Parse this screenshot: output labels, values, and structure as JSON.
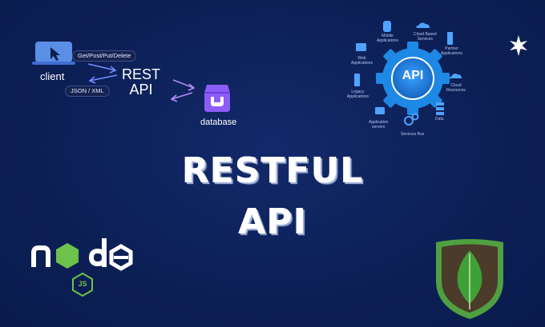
{
  "diagram": {
    "client_label": "client",
    "request_pill": "Get/Post/Put/Delete",
    "response_pill": "JSON / XML",
    "rest_label_line1": "REST",
    "rest_label_line2": "API",
    "database_label": "database"
  },
  "hero": {
    "line1": "RESTFUL",
    "line2": "API"
  },
  "api_hub": {
    "center_label": "API",
    "services": [
      {
        "label": "Mobile\nApplications"
      },
      {
        "label": "Cloud Based\nServices"
      },
      {
        "label": "Partner\nApplications"
      },
      {
        "label": "Cloud\nResources"
      },
      {
        "label": "Data"
      },
      {
        "label": "Services Bus"
      },
      {
        "label": "Application\nservers"
      },
      {
        "label": "Legacy\nApplications"
      },
      {
        "label": "Web\nApplications"
      }
    ]
  },
  "logos": {
    "node_js_label": "JS"
  },
  "colors": {
    "background": "#0e2257",
    "laptop": "#5b8fe6",
    "database_icon": "#8b5cf6",
    "gear": "#1e88e5",
    "node_green": "#6cc24a",
    "mongo_leaf": "#3fa037",
    "mongo_badge": "#4a3b2a"
  },
  "icons": [
    "laptop-cursor-icon",
    "database-box-icon",
    "api-gear-icon",
    "nodejs-logo",
    "mongodb-leaf-logo",
    "compass-star-icon"
  ]
}
